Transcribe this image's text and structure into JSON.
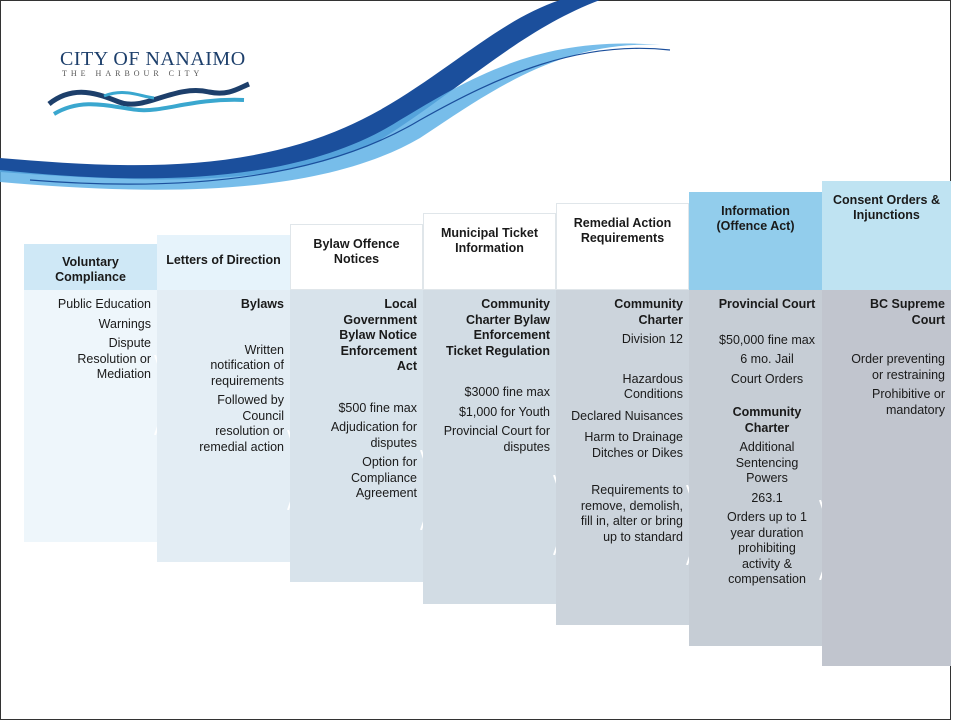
{
  "logo": {
    "title": "CITY OF NANAIMO",
    "subtitle": "THE HARBOUR CITY"
  },
  "colors": {
    "wave_dark": "#1b4f9c",
    "wave_light": "#5fb2e6",
    "logo_blue": "#1d3f6b",
    "logo_teal": "#3aa7cf"
  },
  "stages": [
    {
      "title": "Voluntary Compliance",
      "header_color": "#cfe8f6",
      "body_color": "#eef6fb",
      "items": [
        {
          "text": "Public Education",
          "bold": false
        },
        {
          "text": "Warnings",
          "bold": false
        },
        {
          "text": "Dispute Resolution or Mediation",
          "bold": false
        }
      ]
    },
    {
      "title": "Letters of Direction",
      "header_color": "#e6f3fb",
      "body_color": "#e3edf4",
      "items": [
        {
          "text": "Bylaws",
          "bold": true
        },
        {
          "text": "Written notification of requirements",
          "bold": false
        },
        {
          "text": "Followed by Council resolution or remedial action",
          "bold": false
        }
      ]
    },
    {
      "title": "Bylaw Offence Notices",
      "header_color": "#ffffff",
      "body_color": "#d8e3eb",
      "items": [
        {
          "text": "Local Government Bylaw Notice Enforcement Act",
          "bold": true
        },
        {
          "text": "$500 fine max",
          "bold": false
        },
        {
          "text": "Adjudication for disputes",
          "bold": false
        },
        {
          "text": "Option for Compliance Agreement",
          "bold": false
        }
      ]
    },
    {
      "title": "Municipal Ticket Information",
      "header_color": "#ffffff",
      "body_color": "#d2dce4",
      "items": [
        {
          "text": "Community Charter Bylaw Enforcement Ticket Regulation",
          "bold": true
        },
        {
          "text": "$3000 fine max",
          "bold": false
        },
        {
          "text": "$1,000 for Youth",
          "bold": false
        },
        {
          "text": "Provincial Court for disputes",
          "bold": false
        }
      ]
    },
    {
      "title": "Remedial Action Requirements",
      "header_color": "#ffffff",
      "body_color": "#ccd4dc",
      "items": [
        {
          "text": "Community Charter",
          "bold": true
        },
        {
          "text": "Division 12",
          "bold": false
        },
        {
          "text": "Hazardous Conditions",
          "bold": false
        },
        {
          "text": "Declared Nuisances",
          "bold": false
        },
        {
          "text": "Harm to Drainage Ditches or Dikes",
          "bold": false
        },
        {
          "text": "Requirements to remove, demolish, fill in, alter or bring up to standard",
          "bold": false
        }
      ]
    },
    {
      "title": "Information (Offence Act)",
      "header_color": "#92cdec",
      "body_color": "#c6cdd5",
      "items": [
        {
          "text": "Provincial Court",
          "bold": true
        },
        {
          "text": "$50,000 fine max",
          "bold": false
        },
        {
          "text": "6 mo. Jail",
          "bold": false
        },
        {
          "text": "Court Orders",
          "bold": false
        },
        {
          "text": "Community Charter",
          "bold": true
        },
        {
          "text": "Additional Sentencing Powers",
          "bold": false
        },
        {
          "text": "263.1",
          "bold": false
        },
        {
          "text": "Orders up to 1 year duration prohibiting activity & compensation",
          "bold": false
        }
      ]
    },
    {
      "title": "Consent Orders & Injunctions",
      "header_color": "#bfe3f2",
      "body_color": "#c1c5ce",
      "items": [
        {
          "text": "BC Supreme Court",
          "bold": true
        },
        {
          "text": "Order preventing or restraining",
          "bold": false
        },
        {
          "text": "Prohibitive or mandatory",
          "bold": false
        }
      ]
    }
  ]
}
